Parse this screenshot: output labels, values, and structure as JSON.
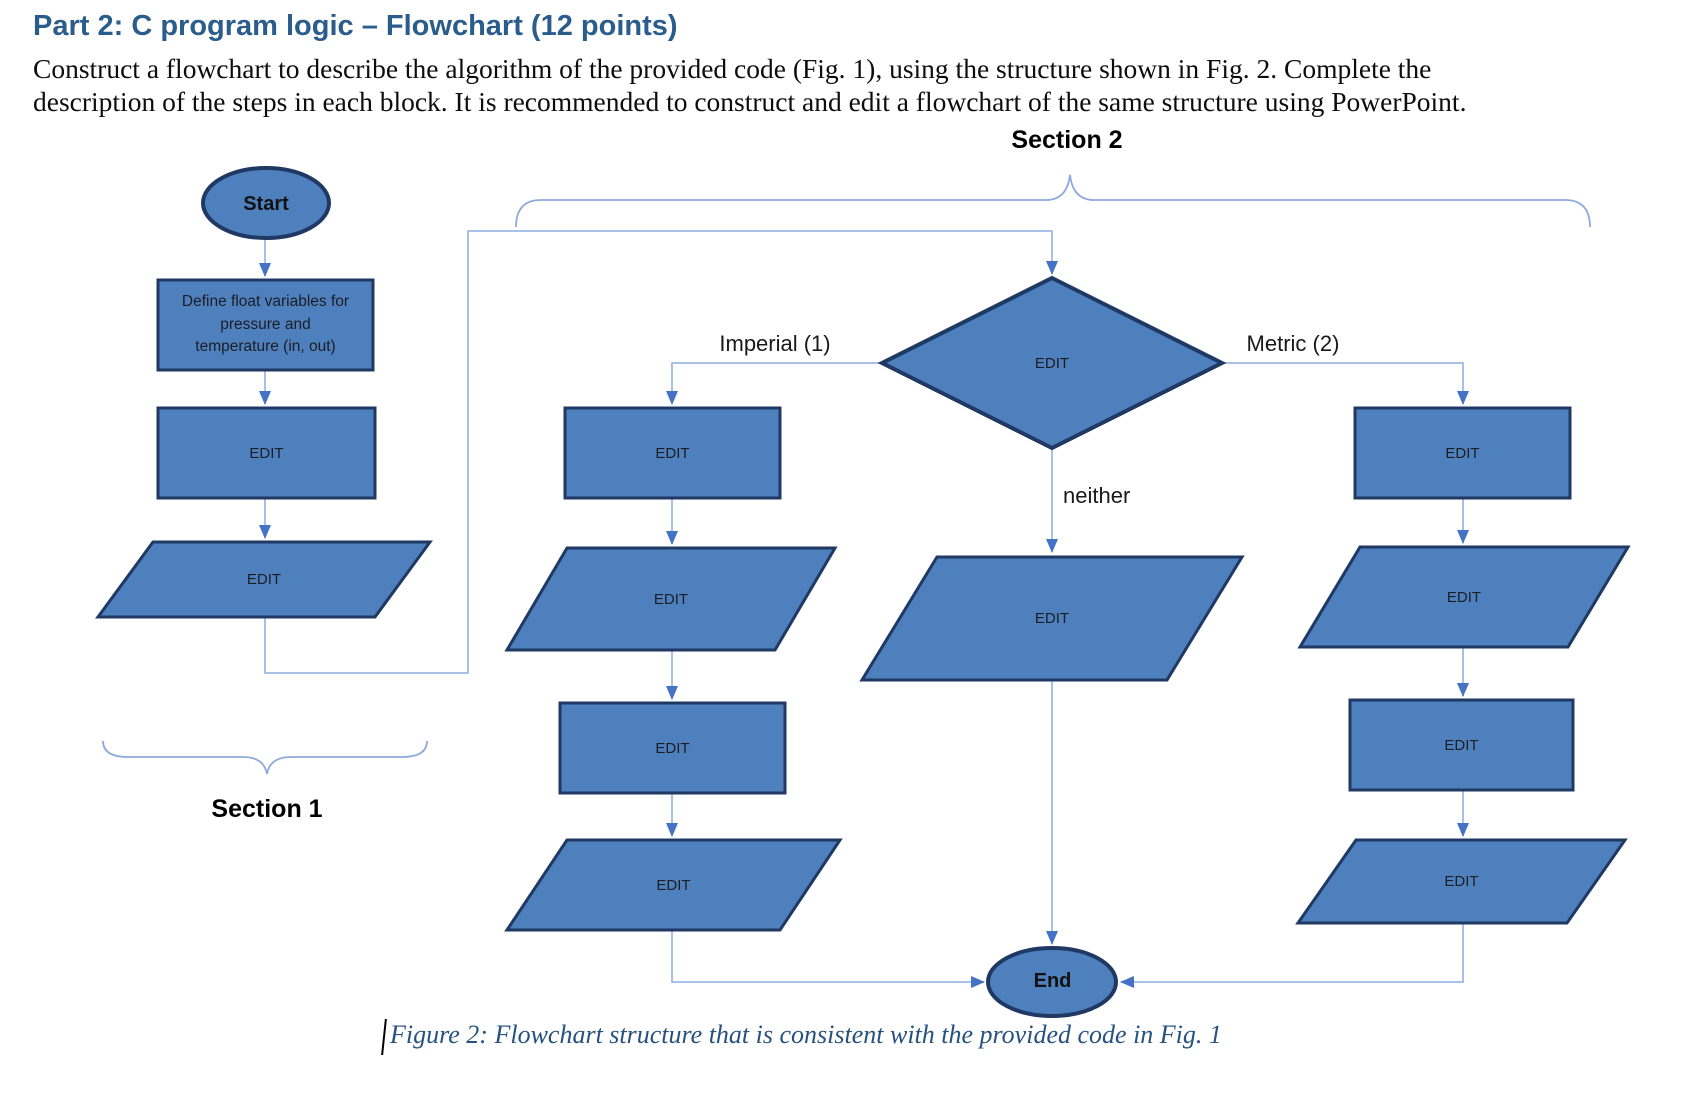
{
  "page": {
    "title": "Part 2: C program logic – Flowchart (12 points)",
    "paragraph_lines": [
      "Construct a flowchart to describe the algorithm of the provided code (Fig. 1), using the structure shown in Fig. 2. Complete the",
      "description of the steps in each block. It is recommended to construct and edit a flowchart of the same structure using PowerPoint."
    ],
    "figure_caption": "Figure 2: Flowchart structure that is consistent with the provided code in Fig. 1"
  },
  "flowchart": {
    "sections": {
      "section1_label": "Section 1",
      "section2_label": "Section 2"
    },
    "edges": {
      "imperial_label": "Imperial (1)",
      "metric_label": "Metric (2)",
      "neither_label": "neither"
    },
    "nodes": {
      "start_label": "Start",
      "define_label": "Define float variables for pressure and temperature (in, out)",
      "edit_label": "EDIT",
      "end_label": "End"
    },
    "colors": {
      "shape_fill": "#4E80BD",
      "shape_border": "#1F3864",
      "connector": "#9DB9E8",
      "arrowhead": "#4472C4",
      "brace": "#8FAADC",
      "title_text": "#2B5D8C",
      "caption_text": "#27517E"
    }
  }
}
